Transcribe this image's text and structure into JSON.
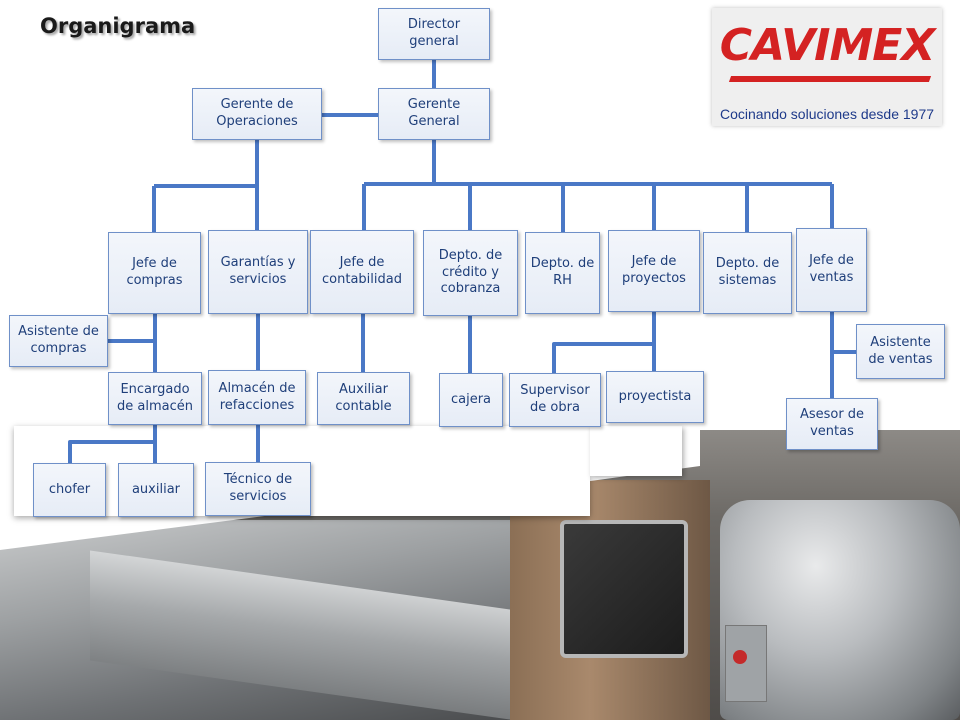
{
  "title": "Organigrama",
  "logo": {
    "brand": "CAVIMEX",
    "tagline": "Cocinando soluciones desde 1977"
  },
  "nodes": {
    "director_general": "Director general",
    "gerente_general": "Gerente General",
    "gerente_operaciones": "Gerente de Operaciones",
    "jefe_compras": "Jefe de compras",
    "garantias": "Garantías y servicios",
    "jefe_contabilidad": "Jefe de contabilidad",
    "credito_cobranza": "Depto. de crédito y cobranza",
    "depto_rh": "Depto. de RH",
    "jefe_proyectos": "Jefe de proyectos",
    "depto_sistemas": "Depto. de sistemas",
    "jefe_ventas": "Jefe de ventas",
    "asistente_compras": "Asistente de compras",
    "encargado_almacen": "Encargado de almacén",
    "almacen_refacciones": "Almacén de refacciones",
    "auxiliar_contable": "Auxiliar contable",
    "cajera": "cajera",
    "supervisor_obra": "Supervisor de obra",
    "proyectista": "proyectista",
    "asistente_ventas": "Asistente de ventas",
    "asesor_ventas": "Asesor de ventas",
    "chofer": "chofer",
    "auxiliar": "auxiliar",
    "tecnico_servicios": "Técnico de servicios"
  },
  "colors": {
    "connector": "#4a78c6",
    "node_text": "#1f3f7a",
    "brand_red": "#d42222",
    "tagline_blue": "#1e3a8a"
  }
}
